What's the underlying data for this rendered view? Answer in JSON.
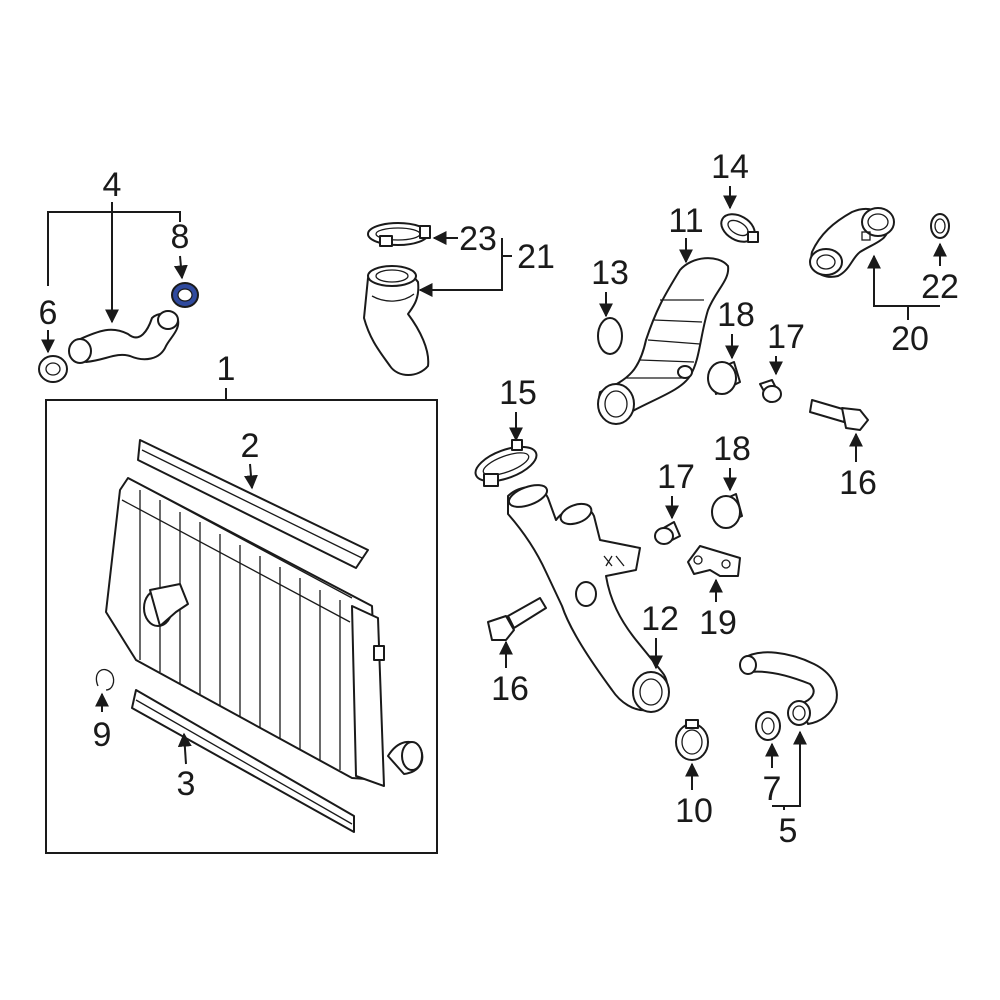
{
  "callouts": {
    "c1": "1",
    "c2": "2",
    "c3": "3",
    "c4": "4",
    "c5": "5",
    "c6": "6",
    "c7": "7",
    "c8": "8",
    "c9": "9",
    "c10": "10",
    "c11": "11",
    "c12": "12",
    "c13": "13",
    "c14": "14",
    "c15": "15",
    "c16a": "16",
    "c16b": "16",
    "c17a": "17",
    "c17b": "17",
    "c18a": "18",
    "c18b": "18",
    "c19": "19",
    "c20": "20",
    "c21": "21",
    "c22": "22",
    "c23": "23"
  },
  "colors": {
    "line": "#1a1a1a",
    "highlight": "#2f4a9e",
    "background": "#ffffff"
  }
}
